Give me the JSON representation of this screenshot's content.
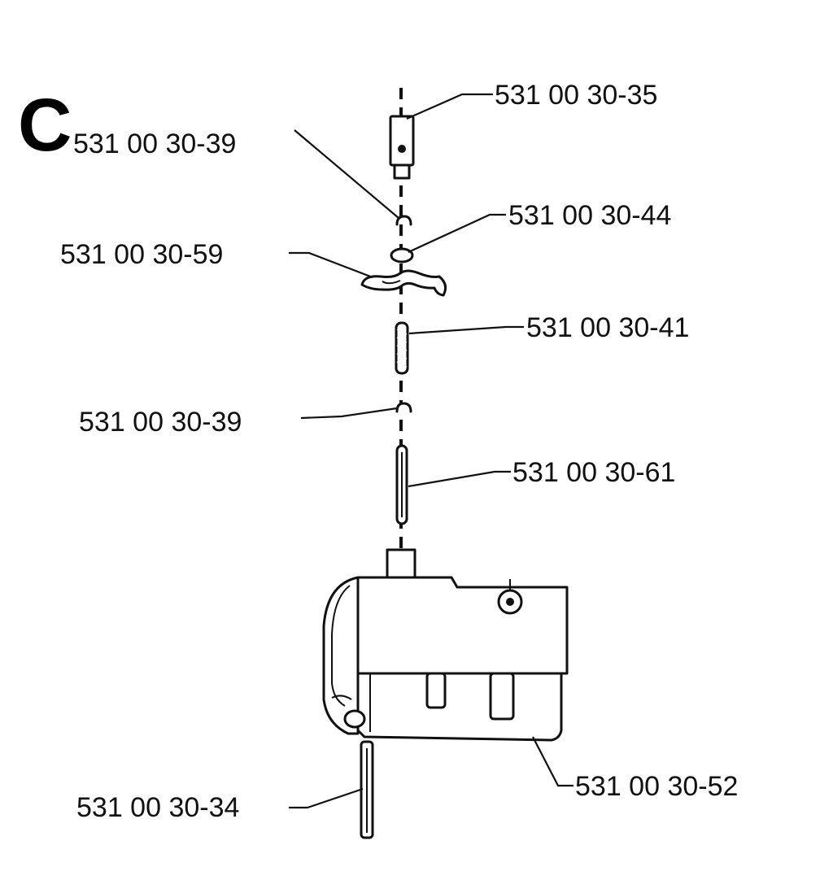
{
  "section_letter": "C",
  "labels": {
    "p35": "531 00 30-35",
    "p39_top": "531 00 30-39",
    "p44": "531 00 30-44",
    "p59": "531 00 30-59",
    "p41": "531 00 30-41",
    "p39_mid": "531 00 30-39",
    "p61": "531 00 30-61",
    "p52": "531 00 30-52",
    "p34": "531 00 30-34"
  }
}
